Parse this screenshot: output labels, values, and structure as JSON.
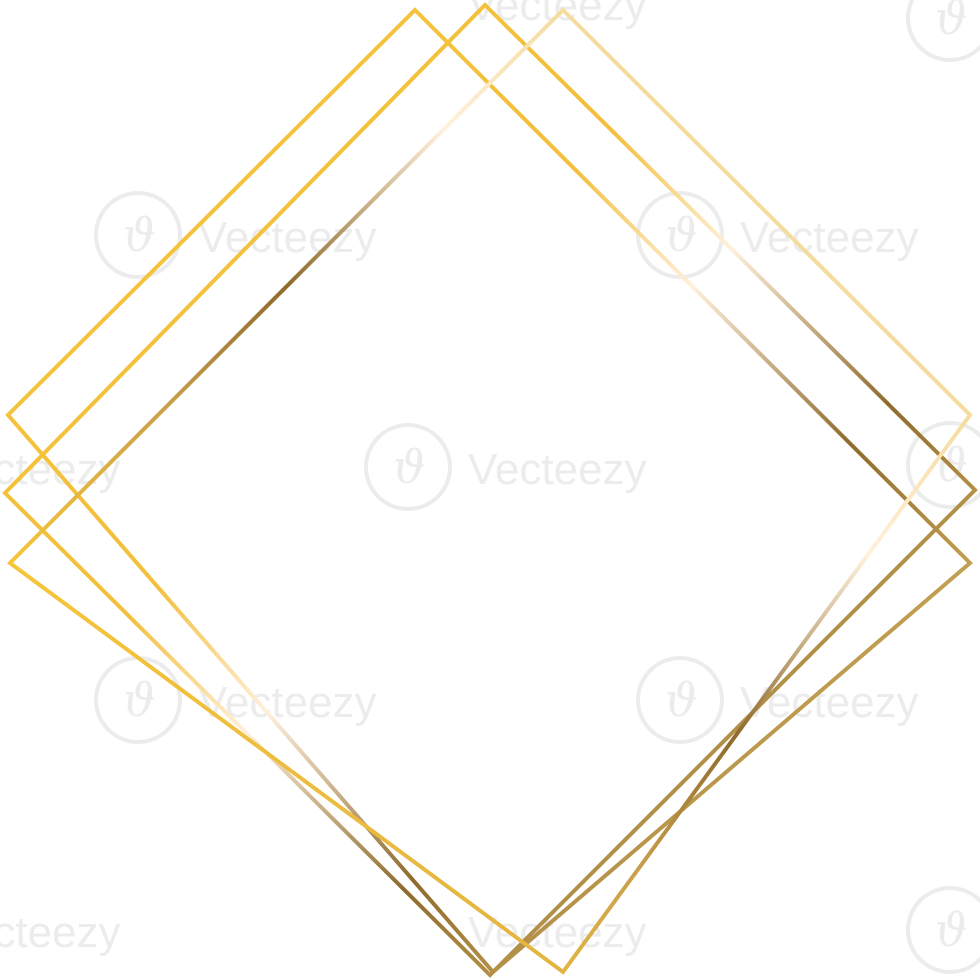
{
  "canvas": {
    "background": "#ffffff"
  },
  "watermark": {
    "text": "Vecteezy",
    "logo_glyph": "ϑ"
  },
  "frames": [
    {
      "name": "diamond-frame-rotated-left"
    },
    {
      "name": "diamond-frame-center"
    },
    {
      "name": "diamond-frame-rotated-right"
    }
  ],
  "gold_gradient": {
    "colors": [
      "#f4c040",
      "#fff1d8",
      "#8e6a2c",
      "#d8b564",
      "#fff5c0"
    ]
  }
}
